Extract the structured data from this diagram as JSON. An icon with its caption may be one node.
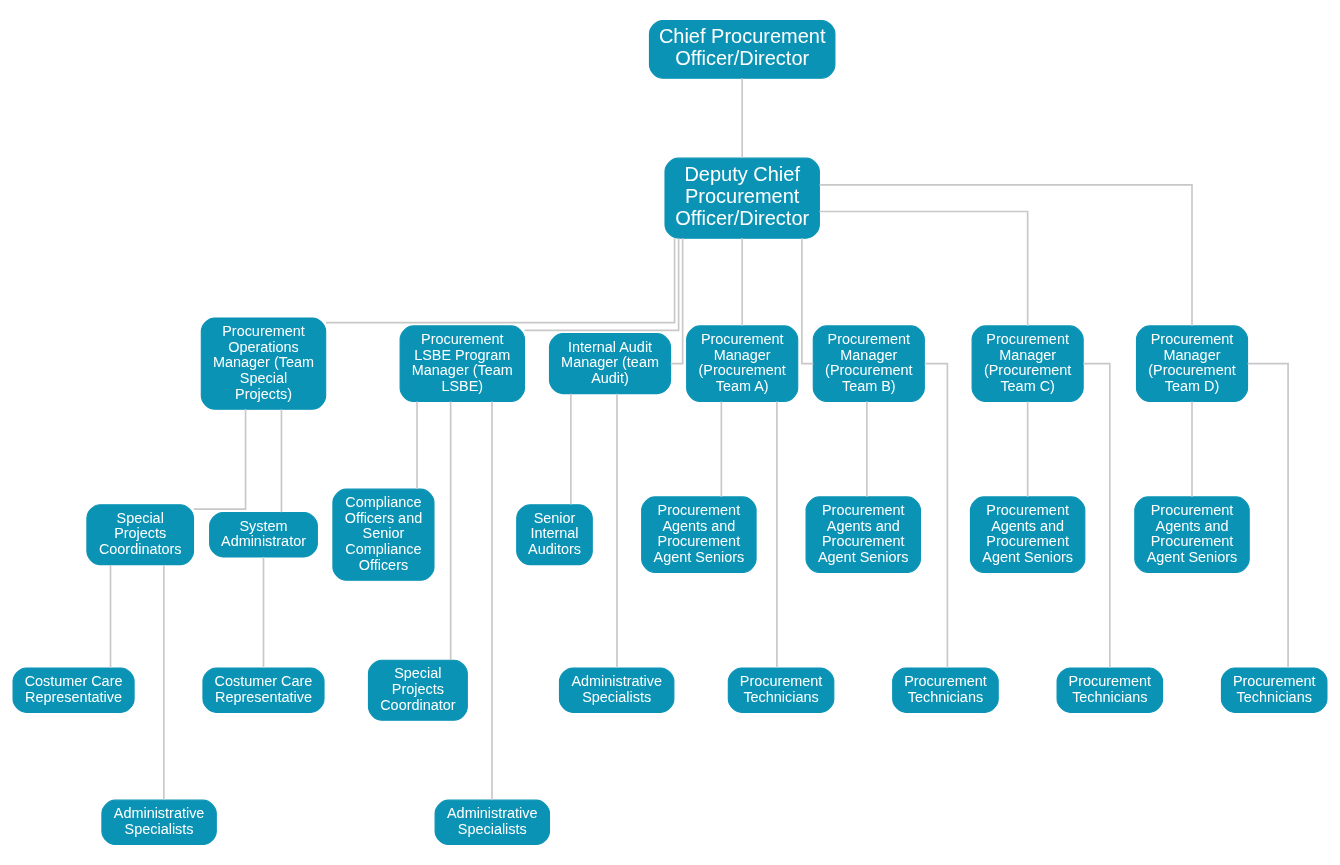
{
  "diagram": {
    "nodes": [
      {
        "text": [
          "Chief Procurement Officer/Director"
        ]
      },
      {
        "text": [
          "Deputy Chief Procurement Officer/Director"
        ]
      },
      {
        "text": [
          "Procurement Operations Manager (Team Special Projects)"
        ]
      },
      {
        "text": [
          "Procurement LSBE Program Manager (Team LSBE)"
        ]
      },
      {
        "text": [
          "Internal Audit Manager (team Audit)"
        ]
      },
      {
        "text": [
          "Procurement Manager (Procurement Team A)"
        ]
      },
      {
        "text": [
          "Procurement Manager (Procurement Team B)"
        ]
      },
      {
        "text": [
          "Procurement Manager (Procurement Team C)"
        ]
      },
      {
        "text": [
          "Procurement Manager (Procurement Team D)"
        ]
      },
      {
        "text": [
          "Special Projects Coordinators"
        ]
      },
      {
        "text": [
          "System Administrator"
        ]
      },
      {
        "text": [
          "Compliance Officers and Senior Compliance Officers"
        ]
      },
      {
        "text": [
          "Senior Internal Auditors"
        ]
      },
      {
        "text": [
          "Procurement Agents and Procurement Agent Seniors"
        ]
      },
      {
        "text": [
          "Procurement Agents and Procurement Agent Seniors"
        ]
      },
      {
        "text": [
          "Procurement Agents and Procurement Agent Seniors"
        ]
      },
      {
        "text": [
          "Procurement Agents and Procurement Agent Seniors"
        ]
      },
      {
        "text": [
          "Costumer Care Representative"
        ]
      },
      {
        "text": [
          "Costumer Care Representative"
        ]
      },
      {
        "text": [
          "Special Projects Coordinator"
        ]
      },
      {
        "text": [
          "Administrative Specialists"
        ]
      },
      {
        "text": [
          "Procurement Technicians"
        ]
      },
      {
        "text": [
          "Procurement Technicians"
        ]
      },
      {
        "text": [
          "Procurement Technicians"
        ]
      },
      {
        "text": [
          "Procurement Technicians"
        ]
      },
      {
        "text": [
          "Administrative Specialists"
        ]
      },
      {
        "text": [
          "Administrative Specialists"
        ]
      }
    ],
    "edges": [
      {
        "from": 0,
        "to": 1,
        "arrow": "none"
      },
      {
        "from": 1,
        "to": 2,
        "arrow": "none"
      },
      {
        "from": 1,
        "to": 3,
        "arrow": "none"
      },
      {
        "from": 1,
        "to": 4,
        "arrow": "none"
      },
      {
        "from": 1,
        "to": 5,
        "arrow": "none"
      },
      {
        "from": 1,
        "to": 6,
        "arrow": "none"
      },
      {
        "from": 1,
        "to": 7,
        "arrow": "none"
      },
      {
        "from": 1,
        "to": 8,
        "arrow": "none"
      },
      {
        "from": 2,
        "to": 9,
        "arrow": "none"
      },
      {
        "from": 2,
        "to": 10,
        "arrow": "none"
      },
      {
        "from": 3,
        "to": 11,
        "arrow": "none"
      },
      {
        "from": 4,
        "to": 12,
        "arrow": "none"
      },
      {
        "from": 5,
        "to": 13,
        "arrow": "none"
      },
      {
        "from": 6,
        "to": 14,
        "arrow": "none"
      },
      {
        "from": 7,
        "to": 15,
        "arrow": "none"
      },
      {
        "from": 8,
        "to": 16,
        "arrow": "none"
      },
      {
        "from": 9,
        "to": 17,
        "arrow": "none"
      },
      {
        "from": 10,
        "to": 18,
        "arrow": "none"
      },
      {
        "from": 3,
        "to": 19,
        "arrow": "none"
      },
      {
        "from": 4,
        "to": 20,
        "arrow": "none"
      },
      {
        "from": 5,
        "to": 21,
        "arrow": "none"
      },
      {
        "from": 6,
        "to": 22,
        "arrow": "none"
      },
      {
        "from": 7,
        "to": 23,
        "arrow": "none"
      },
      {
        "from": 8,
        "to": 24,
        "arrow": "none"
      },
      {
        "from": 9,
        "to": 25,
        "arrow": "none"
      },
      {
        "from": 3,
        "to": 26,
        "arrow": "none"
      }
    ]
  }
}
